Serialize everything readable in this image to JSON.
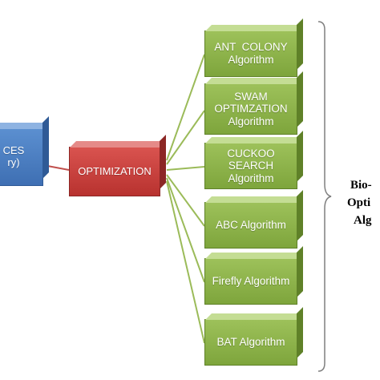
{
  "diagram": {
    "source_box": {
      "lines": [
        "CES",
        "ry)"
      ]
    },
    "optimization_box": {
      "label": "OPTIMIZATION"
    },
    "algorithms": [
      {
        "lines": [
          "ANT  COLONY",
          "Algorithm"
        ]
      },
      {
        "lines": [
          "SWAM",
          "OPTIMZATION",
          "Algorithm"
        ]
      },
      {
        "lines": [
          "CUCKOO SEARCH",
          "Algorithm"
        ]
      },
      {
        "lines": [
          "ABC Algorithm"
        ]
      },
      {
        "lines": [
          "Firefly Algorithm"
        ]
      },
      {
        "lines": [
          "BAT Algorithm"
        ]
      }
    ],
    "group_label": {
      "lines": [
        "Bio-",
        "Opti",
        "Alg"
      ]
    }
  },
  "colors": {
    "source_fill": "#4f82c4",
    "optimization_fill": "#c9433f",
    "algorithm_fill": "#8db24a",
    "connector_red": "#c0504d",
    "connector_green": "#9bbb59",
    "brace": "#7f7f7f",
    "label_text": "#000000"
  }
}
